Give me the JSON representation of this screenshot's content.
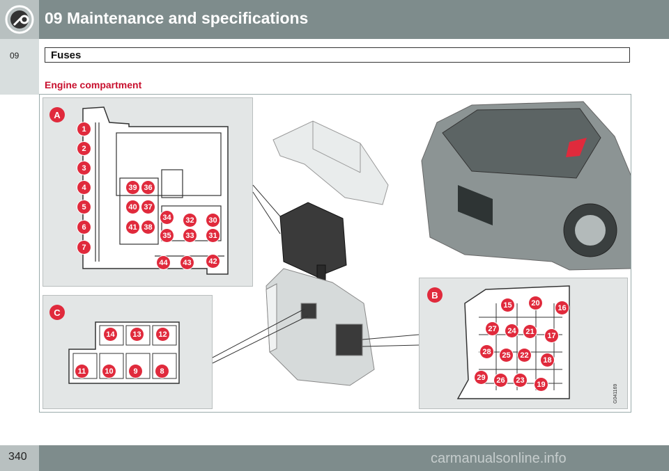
{
  "header": {
    "title": "09 Maintenance and specifications",
    "chapter_tab": "09"
  },
  "section": {
    "title": "Fuses"
  },
  "subheading": "Engine compartment",
  "figure": {
    "panel_labels": {
      "a": "A",
      "b": "B",
      "c": "C"
    },
    "fuses_a": [
      "1",
      "2",
      "3",
      "4",
      "5",
      "6",
      "7",
      "39",
      "36",
      "40",
      "37",
      "41",
      "38",
      "34",
      "35",
      "32",
      "30",
      "33",
      "31",
      "44",
      "43",
      "42"
    ],
    "fuses_b": [
      "15",
      "20",
      "16",
      "27",
      "24",
      "21",
      "17",
      "28",
      "25",
      "22",
      "18",
      "29",
      "26",
      "23",
      "19"
    ],
    "fuses_c": [
      "14",
      "13",
      "12",
      "11",
      "10",
      "9",
      "8"
    ],
    "image_code": "G041169"
  },
  "footer": {
    "page": "340",
    "watermark": "carmanualsonline.info"
  },
  "colors": {
    "header_bar": "#7e8c8c",
    "accent_red": "#c8102e",
    "fuse_marker": "#e02a3c"
  }
}
